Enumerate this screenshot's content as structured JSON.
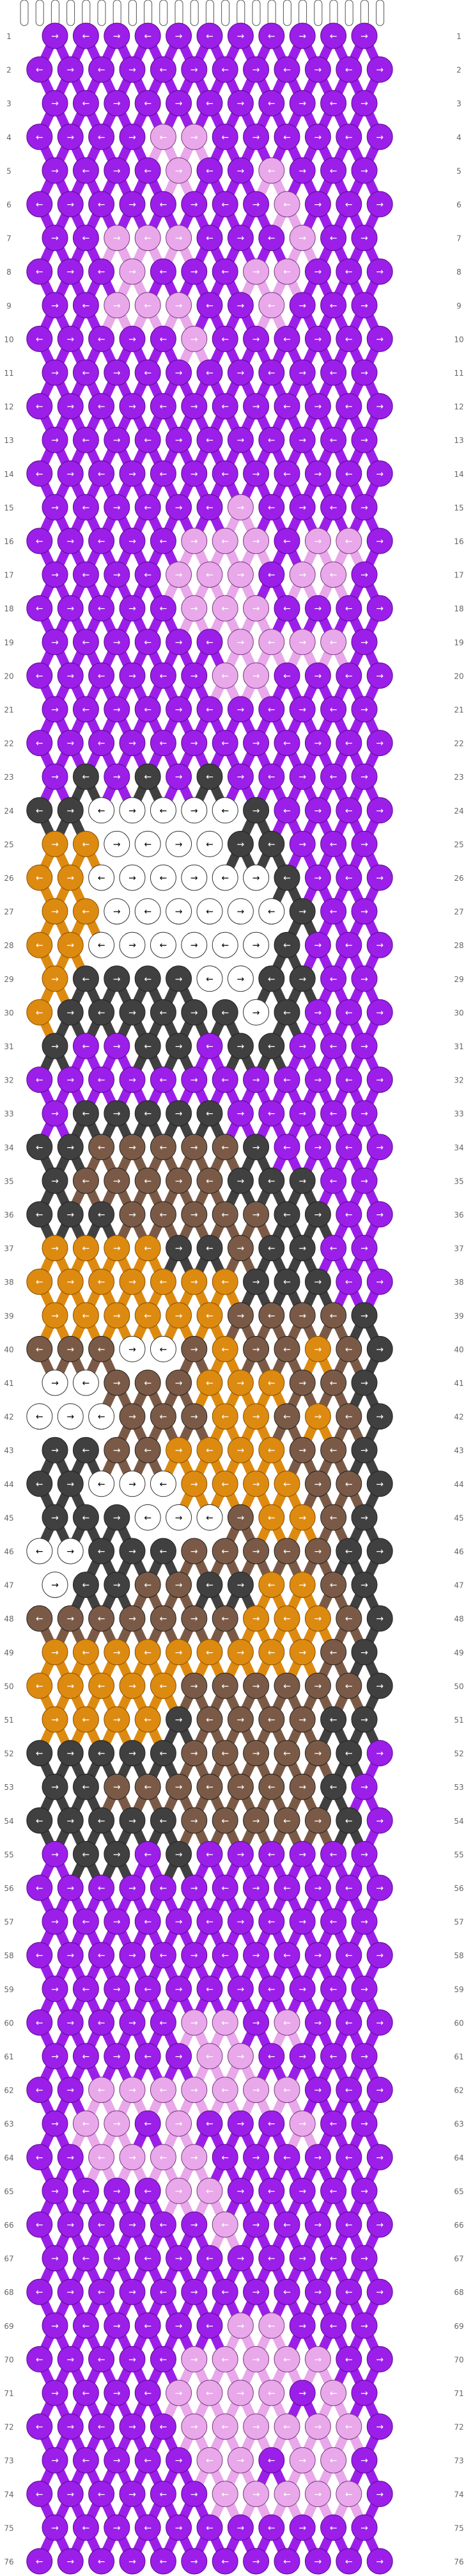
{
  "rows": 76,
  "knots_per_row": [
    11,
    12
  ],
  "colors": {
    "P": "#9b1fe8",
    "L": "#e8a8ea",
    "K": "#404040",
    "O": "#dd8a10",
    "B": "#7a5a46",
    "W": "#ffffff"
  },
  "strand_colors_top": [
    "P",
    "P",
    "P",
    "P",
    "P",
    "P",
    "P",
    "P",
    "P",
    "P",
    "P",
    "P",
    "P",
    "P",
    "P",
    "P",
    "P",
    "P",
    "P",
    "P",
    "P",
    "P",
    "P",
    "P"
  ],
  "pattern_rows": [
    "PPPPPPPPPPP",
    "PPPPPPPPPPPP",
    "PPPPPPPPPPP",
    "PPPPLLPPPPPP",
    "PPPPLPPLPPP",
    "PPPPPPPPLPPP",
    "PPLLLPPPLPP",
    "PPPLPPPLLPPP",
    "PPLLLPPLPPP",
    "PPPPPLPPPPPP",
    "PPPPPPPPPPP",
    "PPPPPPPPPPPP",
    "PPPPPPPPPPP",
    "PPPPPPPPPPPP",
    "PPPPPPLPPPP",
    "PPPPPLLLPLLP",
    "PPPPLLLPLLP",
    "PPPPPLLLPPPP",
    "PPPPPPLLLLP",
    "PPPPPPLLPPPP",
    "PPPPPPPPPPP",
    "PPPPPPPPPPPP",
    "PKPKPKPPPPP",
    "KKWWWWWKPPPP",
    "OOWWWWKKPPP",
    "OOWWWWWWKPPP",
    "OOWWWWWWKPP",
    "OOWWWWWWKPPP",
    "OKKKKWWKKPP",
    "OKKKKKKWKPPP",
    "KPPKKPKKPPP",
    "PPPPPPPPPPPP",
    "PKKKKKPPPPP",
    "KKBBBBBKPPPP",
    "KBBBBBKKKPP",
    "KKKBBBBBKKPP",
    "OOOOKKBKKPP",
    "OOOOOOOKKKPP",
    "OOOOOOBBBBK",
    "BBBWWBOBBOBK",
    "WWBBBOOOBBK",
    "WWWBBBOOBOBK",
    "KKBBOOOOBBK",
    "KKWWWOOOOBBK",
    "KKKWWWBOOBK",
    "WWKKKBBBBBKK",
    "WKKBBKKOOBK",
    "BBBBBBBOOOBK",
    "OOOOOOOOOBK",
    "OOOOOBBBBBBK",
    "OOOOKBBBBKK",
    "KKKKKBBBBBKP",
    "KKBBBBBBBKP",
    "KKKKKBBBBBKP",
    "PKKPKPPPPPP",
    "PPPPPPPPPPPP",
    "PPPPPPPPPPP",
    "PPPPPPPPPPPP",
    "PPPPPPPPPPP",
    "PPPPPLLPLPPP",
    "PPPPPLLPPPP",
    "PPLLLLLLLPPP",
    "PLLPLPPPLPP",
    "PPLLLLPPPPPP",
    "PPPPLLPPPPP",
    "PPPPPPLPPPPP",
    "PPPPPPPPPPP",
    "PPPPPPPPPPPP",
    "PPPPPPLLPPP",
    "PPPPPLLLLLPP",
    "PPPPLLLLPLP",
    "PPPPPLLLLLLP",
    "PPPPPLLPLLP",
    "PPPPPPLLLLLP",
    "PPPPPPPPPPP",
    "PPPPPPPPPPPP"
  ]
}
